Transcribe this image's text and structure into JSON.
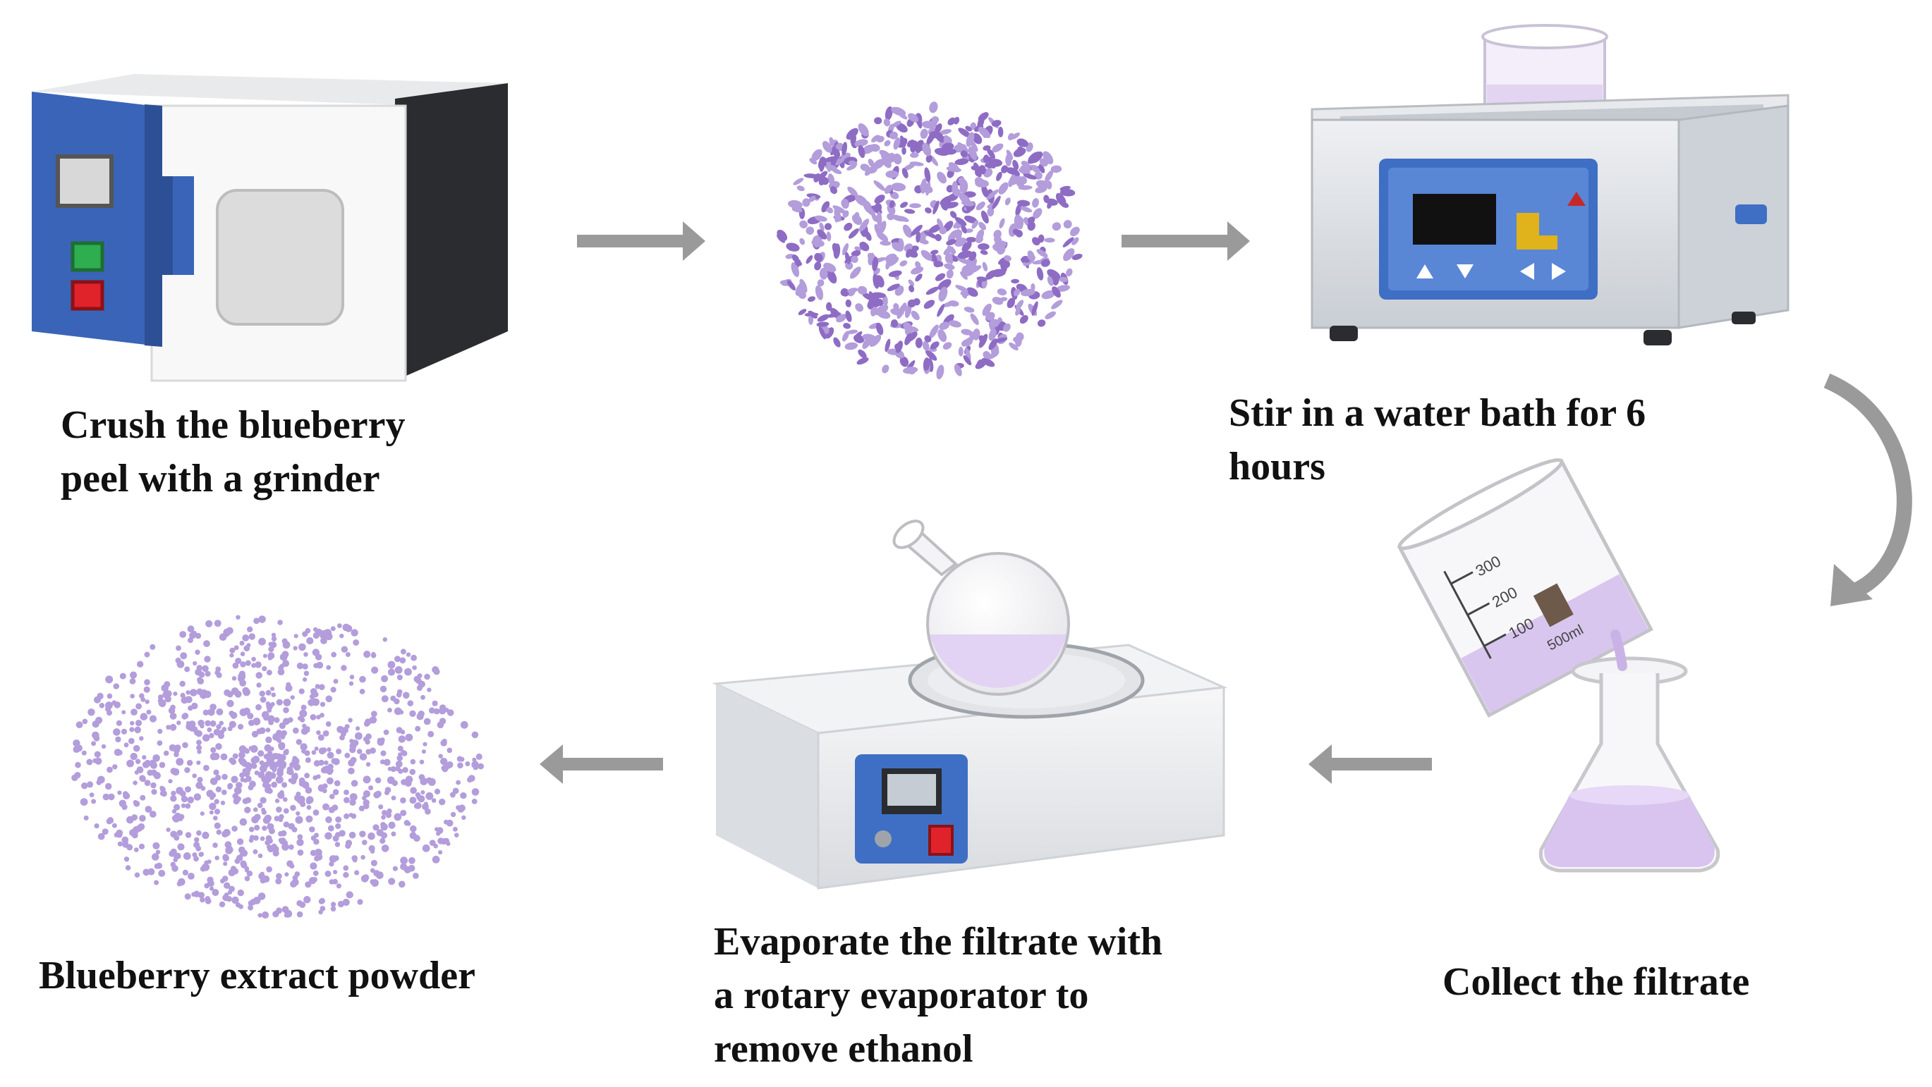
{
  "steps": [
    {
      "id": "grinder",
      "caption_lines": [
        "Crush the blueberry",
        "peel with a grinder"
      ]
    },
    {
      "id": "crushed-peel",
      "caption_lines": []
    },
    {
      "id": "water-bath",
      "caption_lines": [
        "Stir in a water bath for 6",
        "hours"
      ]
    },
    {
      "id": "collect",
      "caption_lines": [
        "Collect the filtrate"
      ]
    },
    {
      "id": "evaporator",
      "caption_lines": [
        "Evaporate the filtrate with",
        "a rotary evaporator to",
        "remove ethanol"
      ]
    },
    {
      "id": "powder",
      "caption_lines": [
        "Blueberry extract powder"
      ]
    }
  ],
  "beaker_scale": [
    "300",
    "200",
    "100",
    "500ml"
  ],
  "colors": {
    "purple": "#b39ddb",
    "purple_dark": "#8e6cc4",
    "liquid": "#e3d4f2",
    "panel_blue": "#3f6fc4",
    "arrow_gray": "#9a9a9a",
    "machine_gray": "#d9dde2",
    "button_green": "#2eae4e",
    "button_red": "#e0232b",
    "text": "#111111"
  }
}
